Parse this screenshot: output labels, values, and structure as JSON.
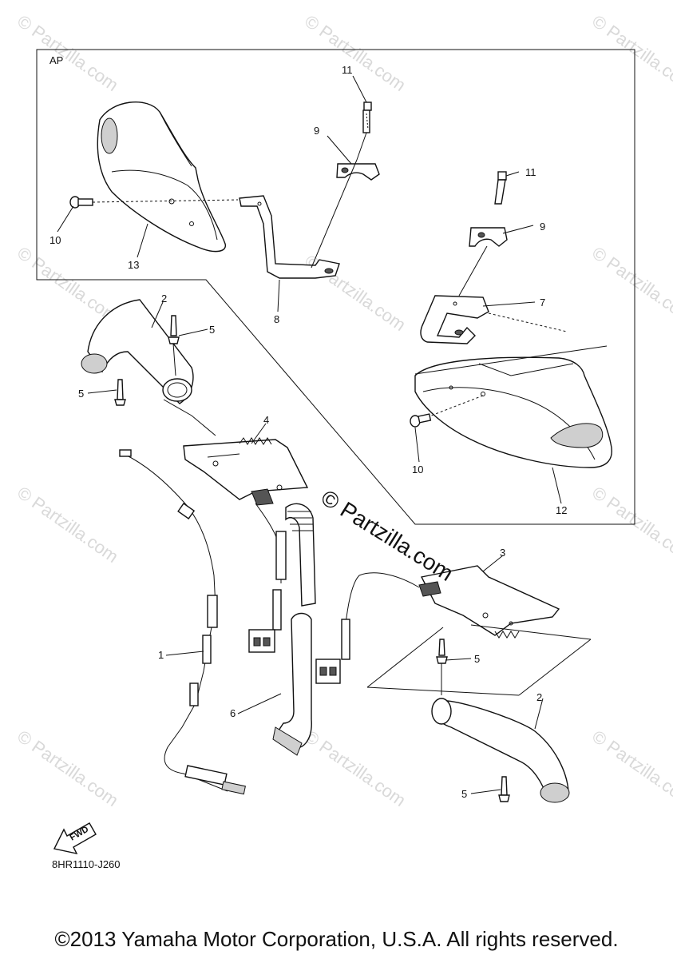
{
  "diagram": {
    "group_label": "AP",
    "diagram_code": "8HR1110-J260",
    "fwd_label": "FWD",
    "watermark": "© Partzilla.com",
    "watermark_center": "© Partzilla.com",
    "callouts": [
      {
        "id": "c11a",
        "number": "11"
      },
      {
        "id": "c9a",
        "number": "9"
      },
      {
        "id": "c10a",
        "number": "10"
      },
      {
        "id": "c13",
        "number": "13"
      },
      {
        "id": "c8",
        "number": "8"
      },
      {
        "id": "c11b",
        "number": "11"
      },
      {
        "id": "c9b",
        "number": "9"
      },
      {
        "id": "c7",
        "number": "7"
      },
      {
        "id": "c10b",
        "number": "10"
      },
      {
        "id": "c12",
        "number": "12"
      },
      {
        "id": "c2a",
        "number": "2"
      },
      {
        "id": "c5a",
        "number": "5"
      },
      {
        "id": "c5b",
        "number": "5"
      },
      {
        "id": "c4",
        "number": "4"
      },
      {
        "id": "c3",
        "number": "3"
      },
      {
        "id": "c1",
        "number": "1"
      },
      {
        "id": "c6",
        "number": "6"
      },
      {
        "id": "c5c",
        "number": "5"
      },
      {
        "id": "c2b",
        "number": "2"
      },
      {
        "id": "c5d",
        "number": "5"
      }
    ]
  },
  "footer": {
    "copyright": "©2013 Yamaha Motor Corporation, U.S.A. All rights reserved."
  }
}
